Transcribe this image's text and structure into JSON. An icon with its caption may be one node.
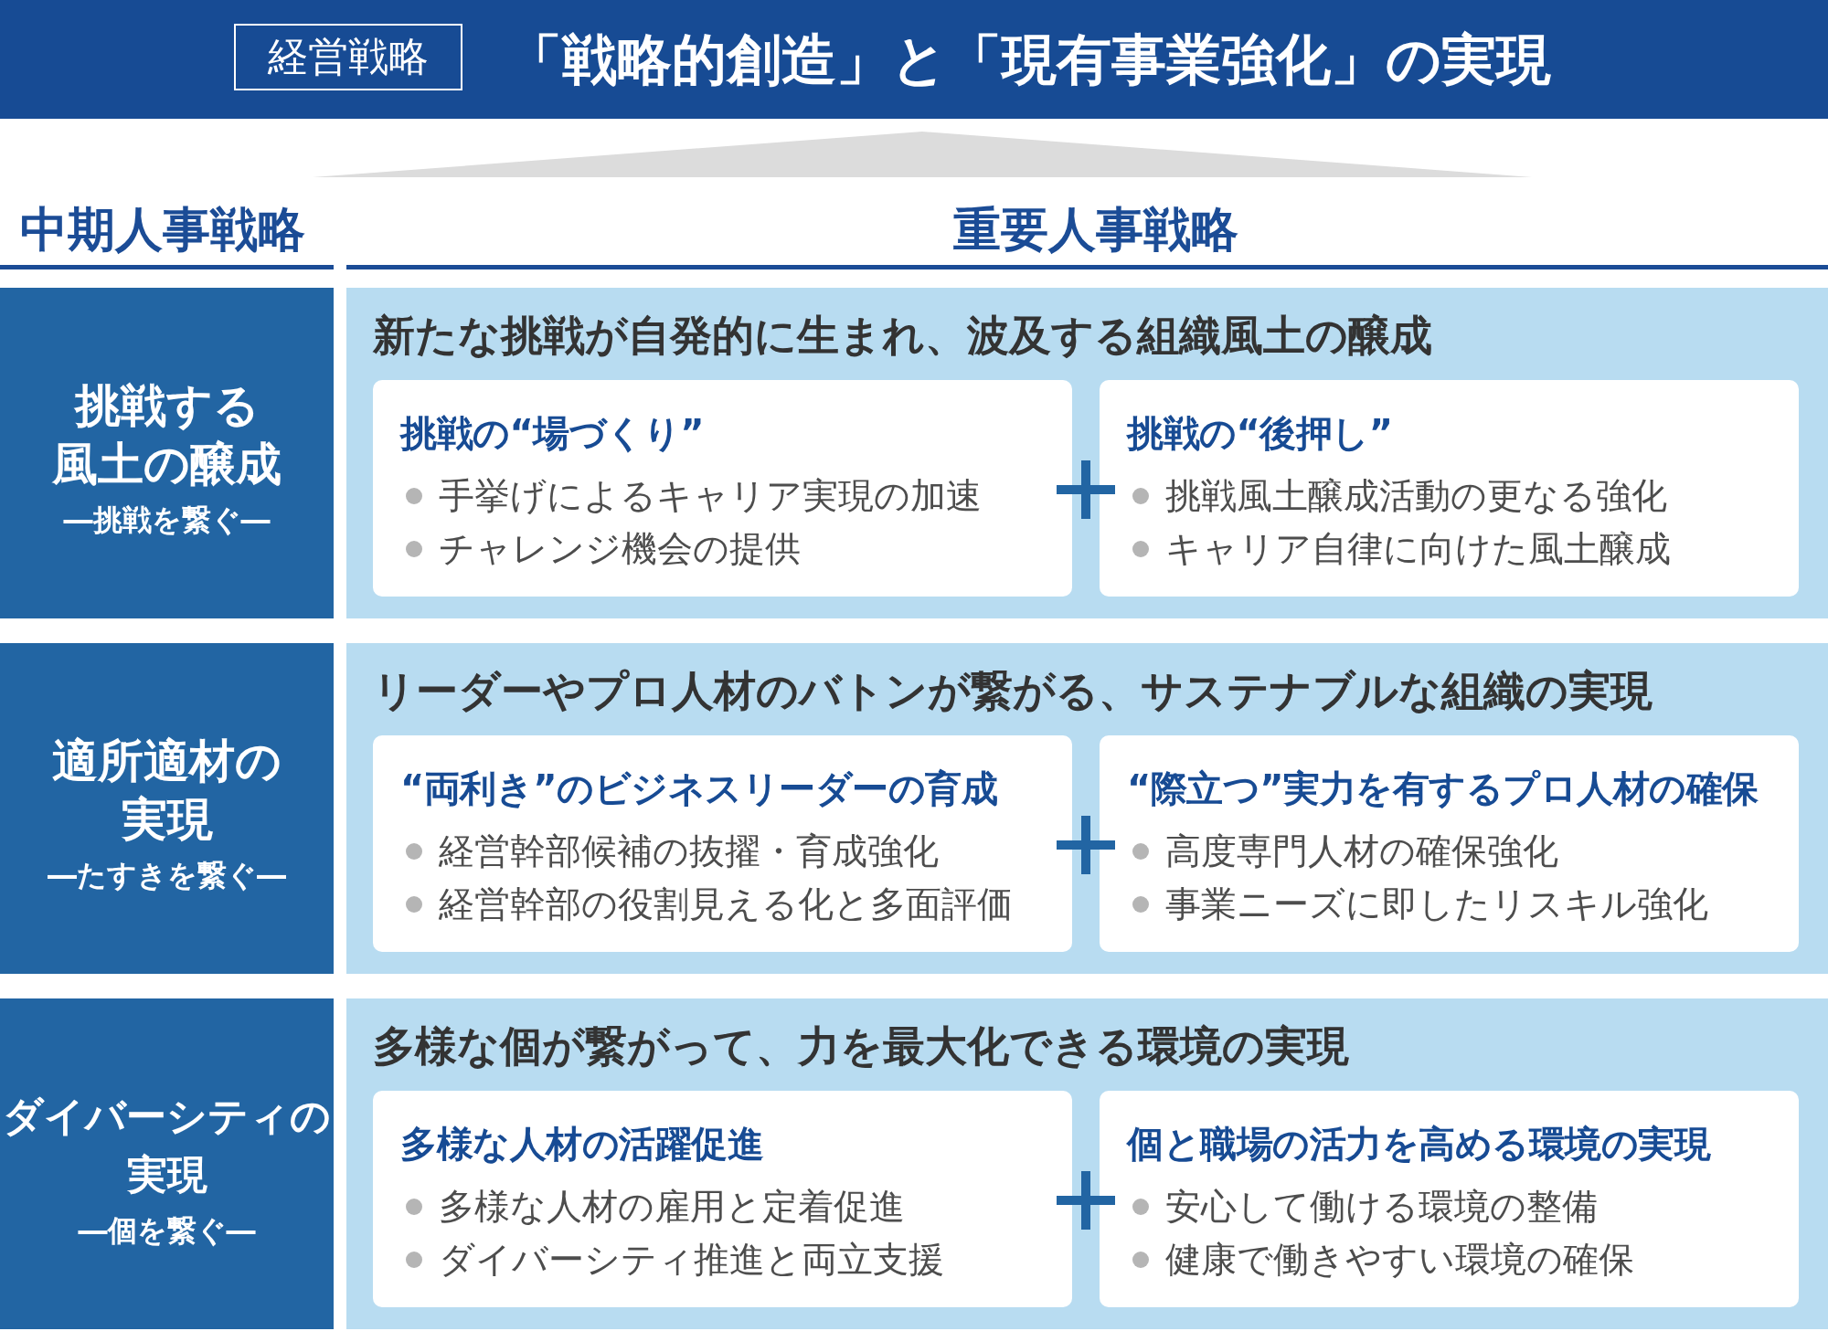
{
  "diagram": {
    "title": "「戦略的創造」と「現有事業強化」の実現",
    "nodes": [
      {
        "text": [
          "経営戦略"
        ]
      },
      {
        "text": [],
        "shape": "triangle"
      },
      {
        "text": [
          "挑戦する風土の醸成",
          "―挑戦を繋ぐ―"
        ]
      },
      {
        "text": [
          "新たな挑戦が自発的に生まれ、波及する組織風土の醸成"
        ]
      },
      {
        "text": [
          "挑戦の“場づくり”",
          "手挙げによるキャリア実現の加速",
          "チャレンジ機会の提供"
        ],
        "in": 3
      },
      {
        "text": [
          "挑戦の“後押し”",
          "挑戦風土醸成活動の更なる強化",
          "キャリア自律に向けた風土醸成"
        ],
        "in": 3
      },
      {
        "text": [
          "適所適材の実現",
          "―たすきを繋ぐ―"
        ]
      },
      {
        "text": [
          "リーダーやプロ人材のバトンが繋がる、サステナブルな組織の実現"
        ]
      },
      {
        "text": [
          "“両利き”のビジネスリーダーの育成",
          "経営幹部候補の抜擢・育成強化",
          "経営幹部の役割見える化と多面評価"
        ],
        "in": 7
      },
      {
        "text": [
          "“際立つ”実力を有するプロ人材の確保",
          "高度専門人材の確保強化",
          "事業ニーズに即したリスキル強化"
        ],
        "in": 7
      },
      {
        "text": [
          "ダイバーシティの実現",
          "―個を繋ぐ―"
        ]
      },
      {
        "text": [
          "多様な個が繋がって、力を最大化できる環境の実現"
        ]
      },
      {
        "text": [
          "多様な人材の活躍促進",
          "多様な人材の雇用と定着促進",
          "ダイバーシティ推進と両立支援"
        ],
        "in": 11
      },
      {
        "text": [
          "個と職場の活力を高める環境の実現",
          "安心して働ける環境の整備",
          "健康で働きやすい環境の確保"
        ],
        "in": 11
      }
    ],
    "labels": [
      "中期人事戦略",
      "重要人事戦略"
    ]
  }
}
